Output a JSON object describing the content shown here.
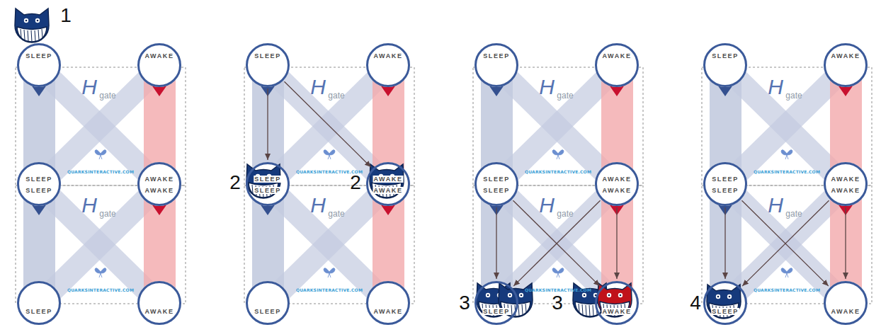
{
  "diagram": {
    "nodes": [
      {
        "text": [
          "SLEEP"
        ]
      },
      {
        "text": [
          "AWAKE"
        ]
      },
      {
        "text": [
          "SLEEP",
          "SLEEP"
        ]
      },
      {
        "text": [
          "AWAKE",
          "AWAKE"
        ]
      },
      {
        "text": [
          "SLEEP"
        ]
      },
      {
        "text": [
          "AWAKE"
        ]
      },
      {
        "text": [
          "SLEEP"
        ]
      },
      {
        "text": [
          "AWAKE"
        ]
      },
      {
        "text": [
          "SLEEP",
          "SLEEP"
        ]
      },
      {
        "text": [
          "AWAKE",
          "AWAKE"
        ]
      },
      {
        "text": [
          "SLEEP"
        ]
      },
      {
        "text": [
          "AWAKE"
        ]
      },
      {
        "text": [
          "SLEEP"
        ]
      },
      {
        "text": [
          "AWAKE"
        ]
      },
      {
        "text": [
          "SLEEP",
          "SLEEP"
        ]
      },
      {
        "text": [
          "AWAKE",
          "AWAKE"
        ]
      },
      {
        "text": [
          "SLEEP"
        ]
      },
      {
        "text": [
          "AWAKE"
        ]
      },
      {
        "text": [
          "SLEEP"
        ]
      },
      {
        "text": [
          "AWAKE"
        ]
      },
      {
        "text": [
          "SLEEP",
          "SLEEP"
        ]
      },
      {
        "text": [
          "AWAKE",
          "AWAKE"
        ]
      },
      {
        "text": [
          "SLEEP"
        ]
      },
      {
        "text": [
          "AWAKE"
        ]
      }
    ],
    "edges": [
      {
        "from": 6,
        "to": 8,
        "arrow": "to"
      },
      {
        "from": 6,
        "to": 9,
        "arrow": "to"
      },
      {
        "from": 14,
        "to": 16,
        "arrow": "to"
      },
      {
        "from": 14,
        "to": 17,
        "arrow": "to"
      },
      {
        "from": 15,
        "to": 16,
        "arrow": "to"
      },
      {
        "from": 15,
        "to": 17,
        "arrow": "to"
      },
      {
        "from": 20,
        "to": 22,
        "arrow": "to"
      },
      {
        "from": 20,
        "to": 23,
        "arrow": "to"
      },
      {
        "from": 21,
        "to": 22,
        "arrow": "to"
      },
      {
        "from": 21,
        "to": 23,
        "arrow": "to"
      }
    ],
    "labels": [
      "1",
      "H",
      "gate",
      "QUARKSINTERACTIVE.COM",
      "H",
      "gate",
      "QUARKSINTERACTIVE.COM",
      "2",
      "2",
      "H",
      "gate",
      "QUARKSINTERACTIVE.COM",
      "H",
      "gate",
      "QUARKSINTERACTIVE.COM",
      "3",
      "3",
      "H",
      "gate",
      "QUARKSINTERACTIVE.COM",
      "H",
      "gate",
      "QUARKSINTERACTIVE.COM",
      "4",
      "H",
      "gate",
      "QUARKSINTERACTIVE.COM",
      "H",
      "gate",
      "QUARKSINTERACTIVE.COM"
    ]
  }
}
